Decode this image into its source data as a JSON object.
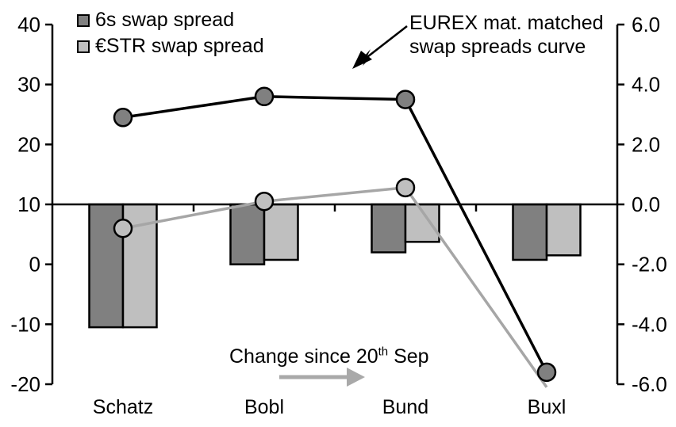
{
  "colors": {
    "dark_gray": "#808080",
    "light_gray": "#bfbfbf",
    "gray_line": "#a6a6a6",
    "arrow_gray": "#a9a9a9",
    "black": "#000000",
    "background": "#ffffff"
  },
  "legend": {
    "items": [
      {
        "label": "6s swap spread",
        "swatch_color": "#808080"
      },
      {
        "label": "€STR swap spread",
        "swatch_color": "#bfbfbf"
      }
    ]
  },
  "annotations": {
    "curve_label": {
      "line1": "EUREX mat. matched",
      "line2": "swap spreads curve"
    },
    "change_label": {
      "prefix": "Change since 20",
      "superscript": "th",
      "suffix": " Sep"
    }
  },
  "chart_data": {
    "type": "combo-bar-line",
    "categories": [
      "Schatz",
      "Bobl",
      "Bund",
      "Buxl"
    ],
    "left_axis": {
      "ticks": [
        40,
        30,
        20,
        10,
        0,
        -10,
        -20
      ],
      "range": [
        -20,
        40
      ],
      "grid": false
    },
    "right_axis": {
      "tick_labels": [
        "6.0",
        "4.0",
        "2.0",
        "0.0",
        "-2.0",
        "-4.0",
        "-6.0"
      ],
      "tick_values": [
        6,
        4,
        2,
        0,
        -2,
        -4,
        -6
      ],
      "range": [
        -6,
        6
      ]
    },
    "zero_baseline": {
      "left_value": 10,
      "right_value": 0
    },
    "line_series": [
      {
        "name": "6s swap spread (level)",
        "axis": "left",
        "values": [
          24.5,
          28,
          27.5,
          -18
        ],
        "color": "#000000",
        "marker_fill": "#808080",
        "hide_last_marker": false
      },
      {
        "name": "€STR swap spread (level)",
        "axis": "left",
        "values": [
          6,
          10.5,
          12.8,
          -20.5
        ],
        "color": "#a6a6a6",
        "marker_fill": "#bfbfbf",
        "hide_last_marker": true
      }
    ],
    "bar_series": [
      {
        "name": "6s swap spread change",
        "axis": "right",
        "values": [
          -4.1,
          -2.0,
          -1.6,
          -1.85
        ],
        "fill": "#808080"
      },
      {
        "name": "€STR swap spread change",
        "axis": "right",
        "values": [
          -4.1,
          -1.85,
          -1.25,
          -1.7
        ],
        "fill": "#bfbfbf"
      }
    ],
    "legend_position": "top-left"
  }
}
